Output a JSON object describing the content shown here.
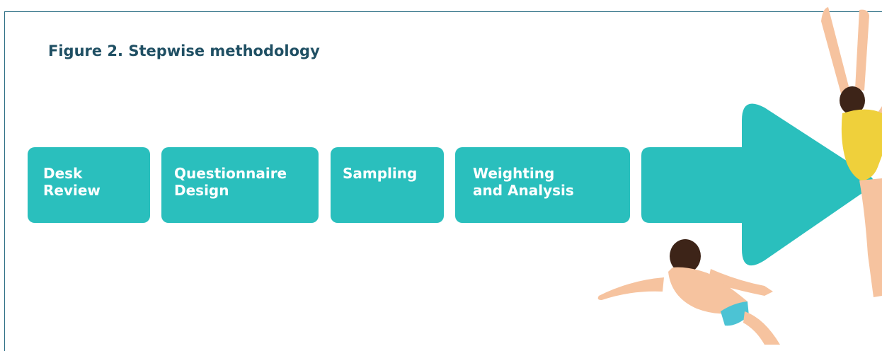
{
  "figure": {
    "title": "Figure 2. Stepwise methodology"
  },
  "steps": [
    {
      "line1": "Desk",
      "line2": "Review"
    },
    {
      "line1": "Questionnaire",
      "line2": "Design"
    },
    {
      "line1": "Sampling",
      "line2": ""
    },
    {
      "line1": "Weighting",
      "line2": "and Analysis"
    }
  ],
  "colors": {
    "step_fill": "#2abfbd",
    "title_text": "#1f4f63",
    "frame_line": "#2d6f85",
    "skin": "#f6c39f",
    "hair": "#3d2418",
    "yellow_suit": "#efd03b",
    "blue_trunks": "#4cc3d4"
  },
  "icons": [
    "arrow-head-icon",
    "diver-figure-icon",
    "swimmer-figure-icon"
  ]
}
